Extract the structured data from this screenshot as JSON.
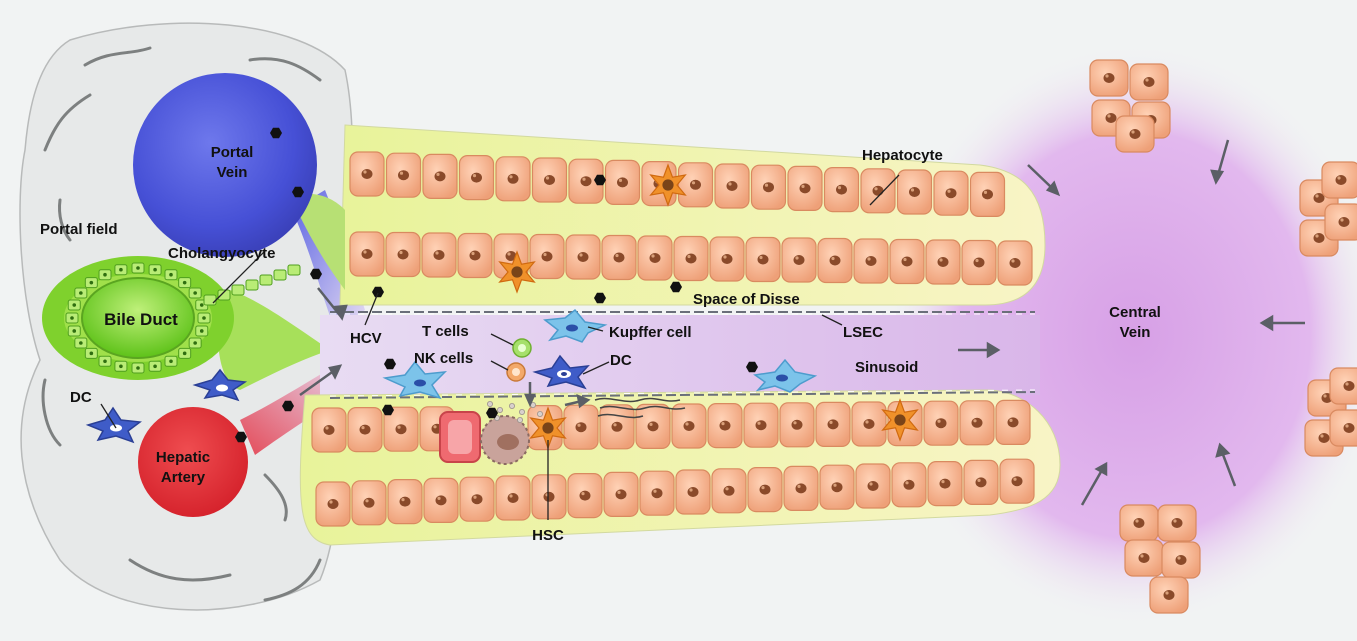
{
  "labels": {
    "portal_vein": [
      "Portal",
      "Vein"
    ],
    "portal_field": "Portal field",
    "cholangyocyte": "Cholangyocyte",
    "bile_duct": "Bile Duct",
    "dc_left": "DC",
    "hepatic_artery": [
      "Hepatic",
      "Artery"
    ],
    "hcv": "HCV",
    "t_cells": "T cells",
    "nk_cells": "NK cells",
    "kupffer": "Kupffer cell",
    "dc_mid": "DC",
    "hsc": "HSC",
    "hepatocyte": "Hepatocyte",
    "space_of_disse": "Space of Disse",
    "lsec": "LSEC",
    "sinusoid": "Sinusoid",
    "central_vein": [
      "Central",
      "Vein"
    ]
  },
  "colors": {
    "background": "#f1f3f3",
    "portal_field": "#e7e9e9",
    "portal_vein": "#4b55d8",
    "hepatic_artery": "#e1262c",
    "bile_duct": "#5ec219",
    "sinusoid": "#e6d3ee",
    "plate": "#f3f39d",
    "hepatocyte": "#f2a880",
    "nucleus": "#8a4a2a",
    "central_vein": "#d8a2e6",
    "kupffer": "#6cb8e6",
    "dendritic": "#3650c0",
    "stellate": "#f0912a",
    "hcv_particle": "#111111"
  }
}
